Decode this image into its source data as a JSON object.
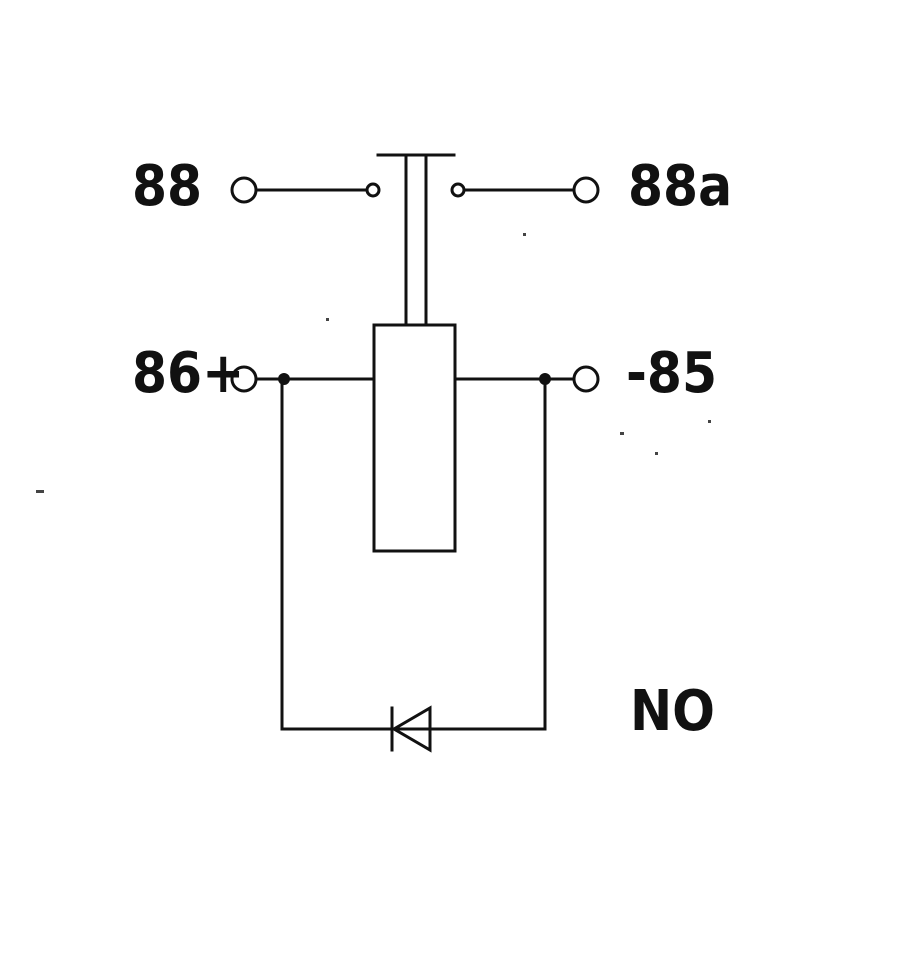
{
  "labels": {
    "terminal_88": "88",
    "terminal_88a": "88a",
    "terminal_86": "86+",
    "terminal_85": "-85",
    "variant": "NO"
  },
  "colors": {
    "line": "#111111",
    "background": "#ffffff"
  }
}
